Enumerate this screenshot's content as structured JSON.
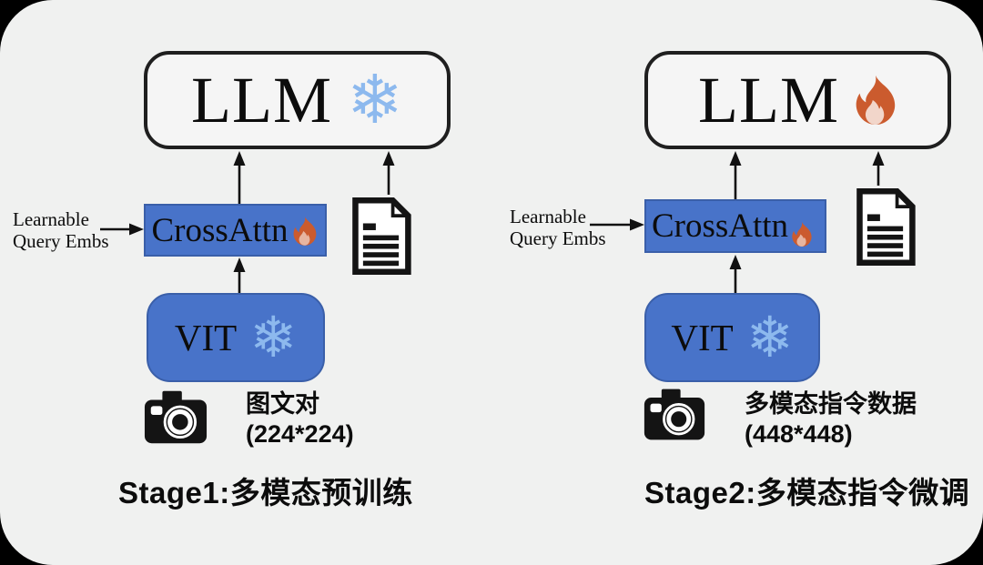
{
  "palette": {
    "canvas_bg": "#f0f1f0",
    "outer_bg": "#000000",
    "box_blue": "#4873c9",
    "box_blue_border": "#3a5fa9",
    "llm_fill": "#f5f5f5",
    "llm_border": "#1f1f1f",
    "snowflake_color": "#8db9ee",
    "flame_outer": "#cb5b2e",
    "icon_black": "#141414",
    "text_color": "#0c0c0c"
  },
  "icons": {
    "snowflake_char": "❄",
    "snowflake_meaning": "frozen-parameters",
    "flame_meaning": "trainable-parameters",
    "camera_meaning": "image-input",
    "document_meaning": "text-input"
  },
  "stage1": {
    "llm_label": "LLM",
    "llm_status": "frozen",
    "crossattn_label": "CrossAttn",
    "crossattn_status": "trainable",
    "vit_label": "VIT",
    "vit_status": "frozen",
    "query_label_line1": "Learnable",
    "query_label_line2": "Query Embs",
    "data_label_line1": "图文对",
    "data_label_line2": "(224*224)",
    "caption": "Stage1:多模态预训练"
  },
  "stage2": {
    "llm_label": "LLM",
    "llm_status": "trainable",
    "crossattn_label": "CrossAttn",
    "crossattn_status": "trainable",
    "vit_label": "VIT",
    "vit_status": "frozen",
    "query_label_line1": "Learnable",
    "query_label_line2": "Query Embs",
    "data_label_line1": "多模态指令数据",
    "data_label_line2": "(448*448)",
    "caption": "Stage2:多模态指令微调"
  }
}
